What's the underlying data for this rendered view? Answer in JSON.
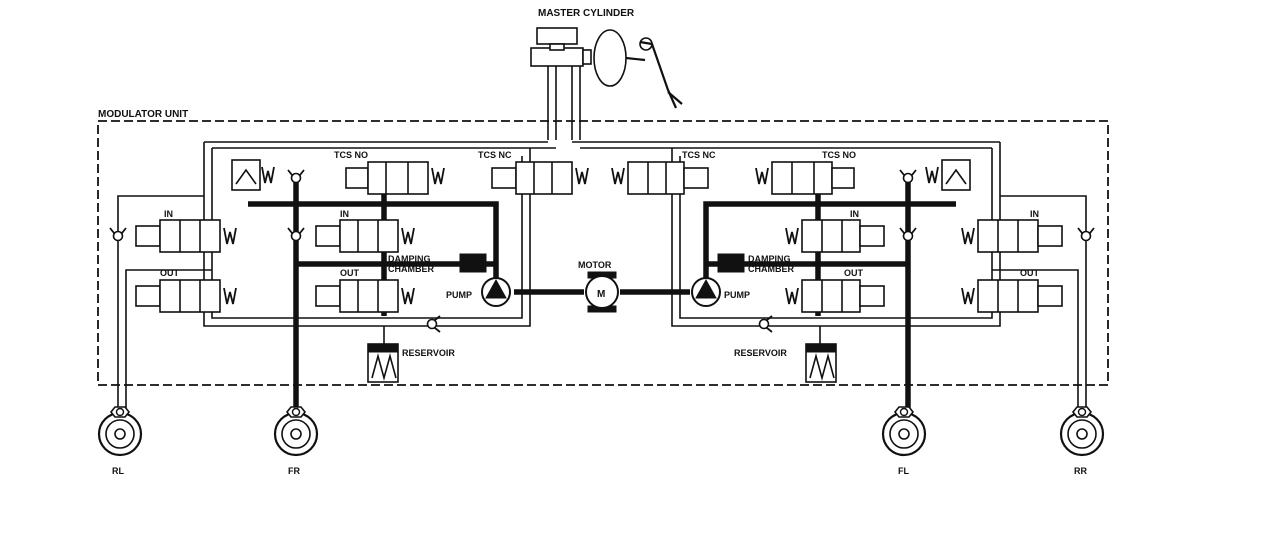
{
  "labels": {
    "master_cylinder": "MASTER CYLINDER",
    "modulator_unit": "MODULATOR UNIT",
    "tcs_no_left": "TCS NO",
    "tcs_nc_left": "TCS NC",
    "tcs_nc_right": "TCS NC",
    "tcs_no_right": "TCS NO",
    "in_rl": "IN",
    "in_fr": "IN",
    "in_fl": "IN",
    "in_rr": "IN",
    "out_rl": "OUT",
    "out_fr": "OUT",
    "out_fl": "OUT",
    "out_rr": "OUT",
    "damping_left_1": "DAMPING",
    "damping_left_2": "CHAMBER",
    "damping_right_1": "DAMPING",
    "damping_right_2": "CHAMBER",
    "pump_left": "PUMP",
    "pump_right": "PUMP",
    "motor": "MOTOR",
    "motor_symbol": "M",
    "reservoir_left": "RESERVOIR",
    "reservoir_right": "RESERVOIR",
    "wheel_rl": "RL",
    "wheel_fr": "FR",
    "wheel_fl": "FL",
    "wheel_rr": "RR"
  }
}
